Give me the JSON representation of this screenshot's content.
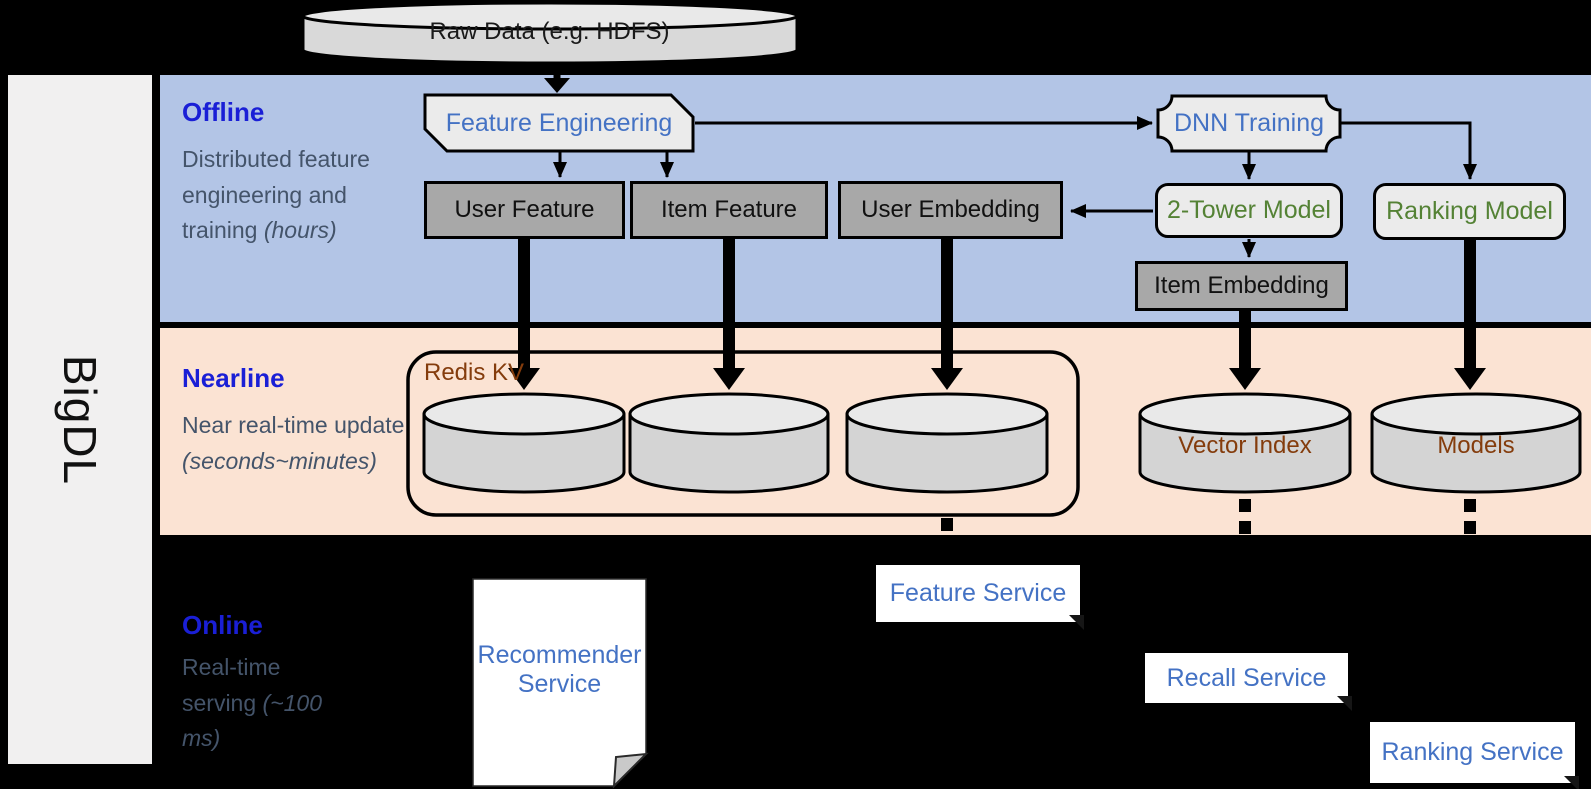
{
  "sidebar": {
    "brand": "BigDL"
  },
  "top": {
    "raw_data": "Raw Data (e.g. HDFS)"
  },
  "sections": {
    "offline": {
      "title": "Offline",
      "subtitle": "Distributed feature engineering and training",
      "subtitle_italic": "(hours)"
    },
    "nearline": {
      "title": "Nearline",
      "subtitle": "Near real-time update",
      "subtitle_italic": "(seconds~minutes)"
    },
    "online": {
      "title": "Online",
      "subtitle": "Real-time serving",
      "subtitle_italic": "(~100 ms)"
    }
  },
  "offline": {
    "feature_engineering": "Feature Engineering",
    "dnn_training": "DNN Training",
    "user_feature": "User Feature",
    "item_feature": "Item Feature",
    "user_embedding": "User Embedding",
    "two_tower_model": "2-Tower Model",
    "ranking_model": "Ranking Model",
    "item_embedding": "Item Embedding"
  },
  "nearline": {
    "redis_kv": "Redis KV",
    "vector_index": "Vector Index",
    "models": "Models"
  },
  "online": {
    "recommender_service": "Recommender Service",
    "feature_service": "Feature Service",
    "recall_service": "Recall Service",
    "ranking_service": "Ranking Service"
  },
  "colors": {
    "accent_blue": "#4472c4",
    "title_blue": "#1a1fd6",
    "green": "#548235",
    "brown": "#843c0c",
    "slate": "#44546a",
    "offline_bg": "#b3c5e6",
    "nearline_bg": "#fbe3d3",
    "box_gray": "#a8a8a8",
    "shape_light": "#ebebeb",
    "cylinder_gray": "#d4d4d4",
    "sidebar_gray": "#f1f0f0"
  }
}
